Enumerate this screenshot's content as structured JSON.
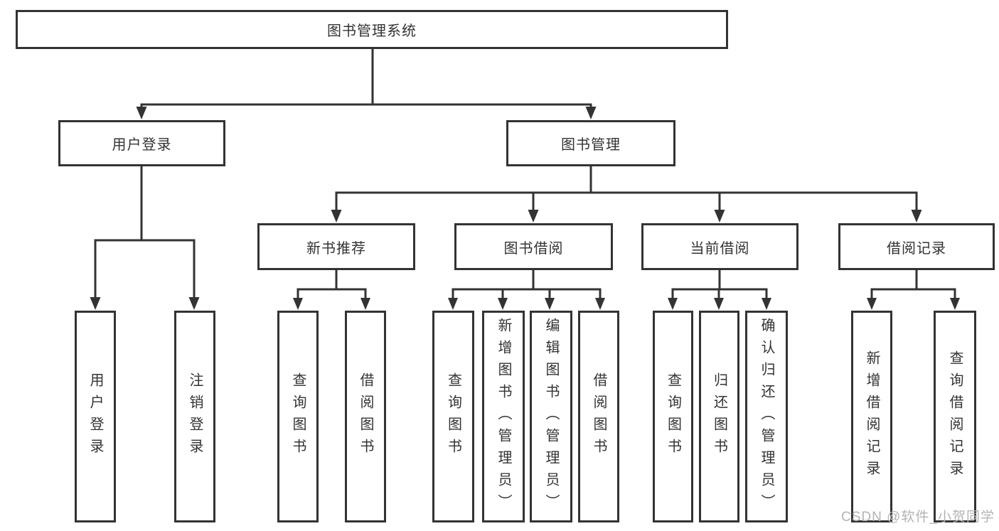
{
  "tree": {
    "root": "图书管理系统",
    "children": [
      {
        "label": "用户登录",
        "children": [
          "用户登录",
          "注销登录"
        ]
      },
      {
        "label": "图书管理",
        "children": [
          {
            "label": "新书推荐",
            "children": [
              "查询图书",
              "借阅图书"
            ]
          },
          {
            "label": "图书借阅",
            "children": [
              "查询图书",
              "新增图书（管理员）",
              "编辑图书（管理员）",
              "借阅图书"
            ]
          },
          {
            "label": "当前借阅",
            "children": [
              "查询图书",
              "归还图书",
              "确认归还（管理员）"
            ]
          },
          {
            "label": "借阅记录",
            "children": [
              "新增借阅记录",
              "查询借阅记录"
            ]
          }
        ]
      }
    ]
  },
  "watermark": {
    "text": "CSDN @软件_小贺同学"
  },
  "colors": {
    "line": "#333333",
    "text": "#333333",
    "background": "#ffffff",
    "watermark": "#b3b3b3"
  }
}
